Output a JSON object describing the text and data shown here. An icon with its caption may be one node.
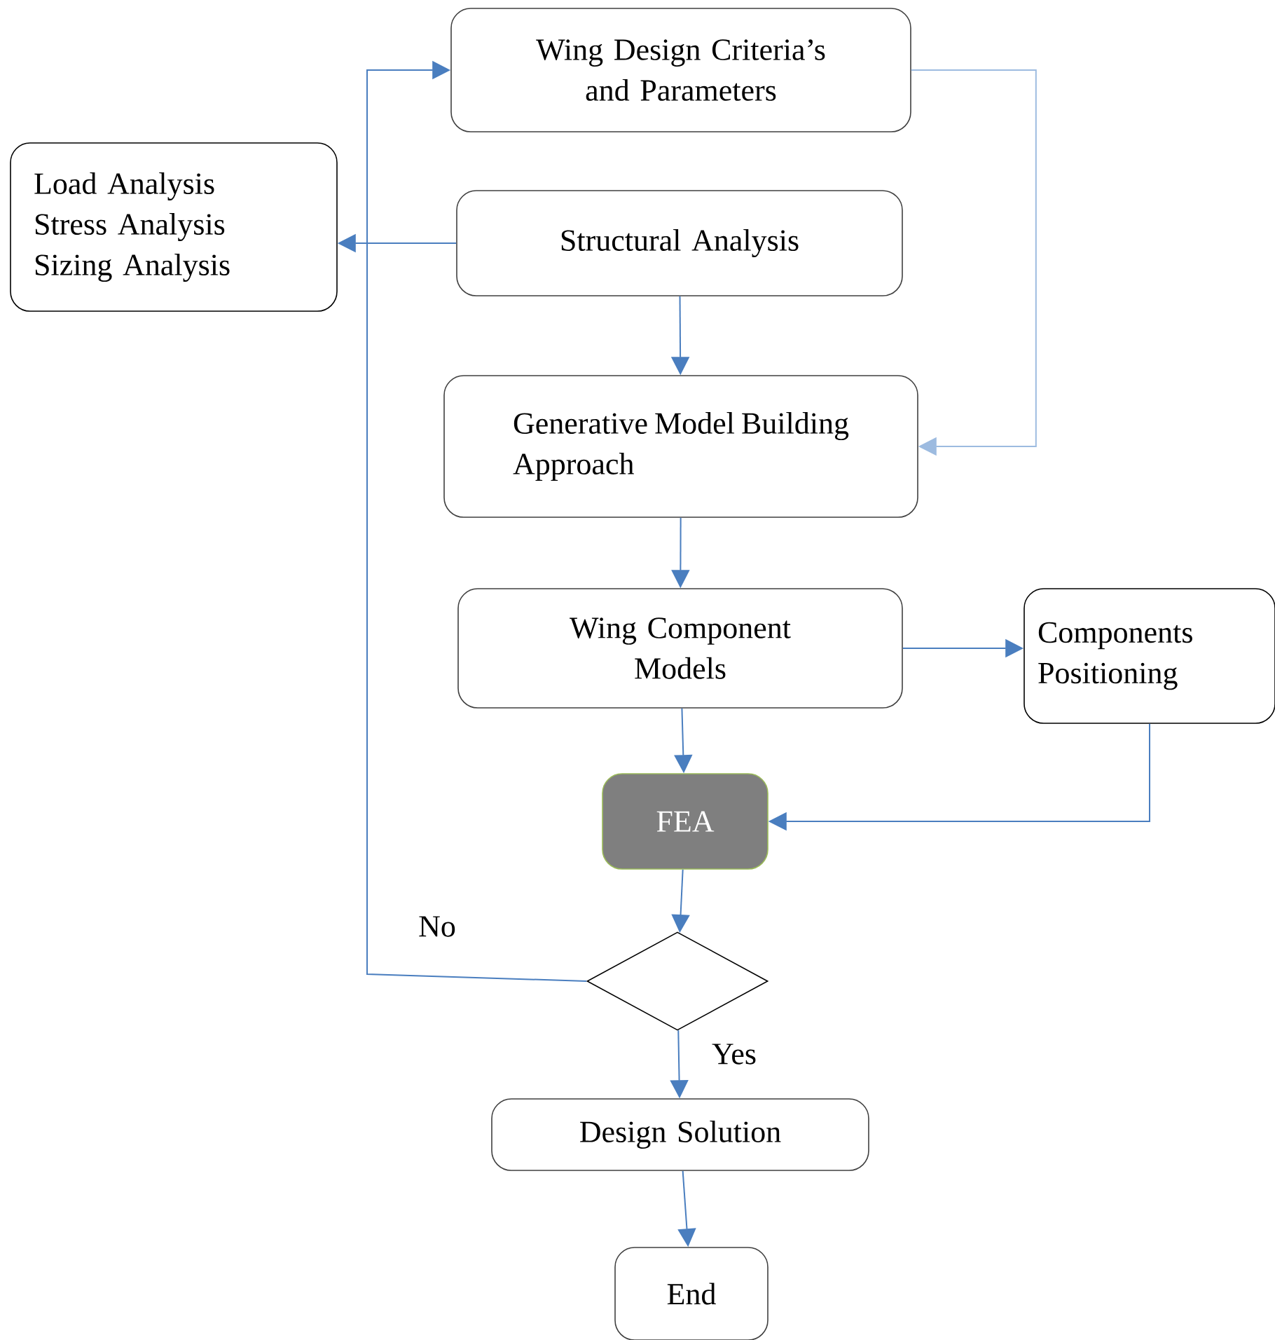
{
  "diagram": {
    "nodes": [
      {
        "text": [
          "Wing Design Criteria’s and Parameters"
        ]
      },
      {
        "text": [
          "Load Analysis",
          "Stress Analysis",
          "Sizing Analysis"
        ]
      },
      {
        "text": [
          "Structural Analysis"
        ]
      },
      {
        "text": [
          "Generative Model Building Approach"
        ]
      },
      {
        "text": [
          "Wing Component Models"
        ]
      },
      {
        "text": [
          "Components Positioning"
        ]
      },
      {
        "text": [
          "FEA"
        ]
      },
      {
        "text": [],
        "shape": "diamond"
      },
      {
        "text": [
          "Design Solution"
        ]
      },
      {
        "text": [
          "End"
        ]
      }
    ],
    "edges": [
      {
        "from": 0,
        "to": 3,
        "arrow": "to",
        "color": "#9dbbe0"
      },
      {
        "from": 2,
        "to": 1,
        "arrow": "to"
      },
      {
        "from": 2,
        "to": 3,
        "arrow": "to"
      },
      {
        "from": 3,
        "to": 4,
        "arrow": "to"
      },
      {
        "from": 4,
        "to": 5,
        "arrow": "to"
      },
      {
        "from": 4,
        "to": 6,
        "arrow": "to"
      },
      {
        "from": 5,
        "to": 6,
        "arrow": "to"
      },
      {
        "from": 6,
        "to": 7,
        "arrow": "to"
      },
      {
        "from": 7,
        "to": 0,
        "arrow": "to",
        "label": "No"
      },
      {
        "from": 7,
        "to": 8,
        "arrow": "to",
        "label": "Yes"
      },
      {
        "from": 8,
        "to": 9,
        "arrow": "to"
      }
    ]
  }
}
